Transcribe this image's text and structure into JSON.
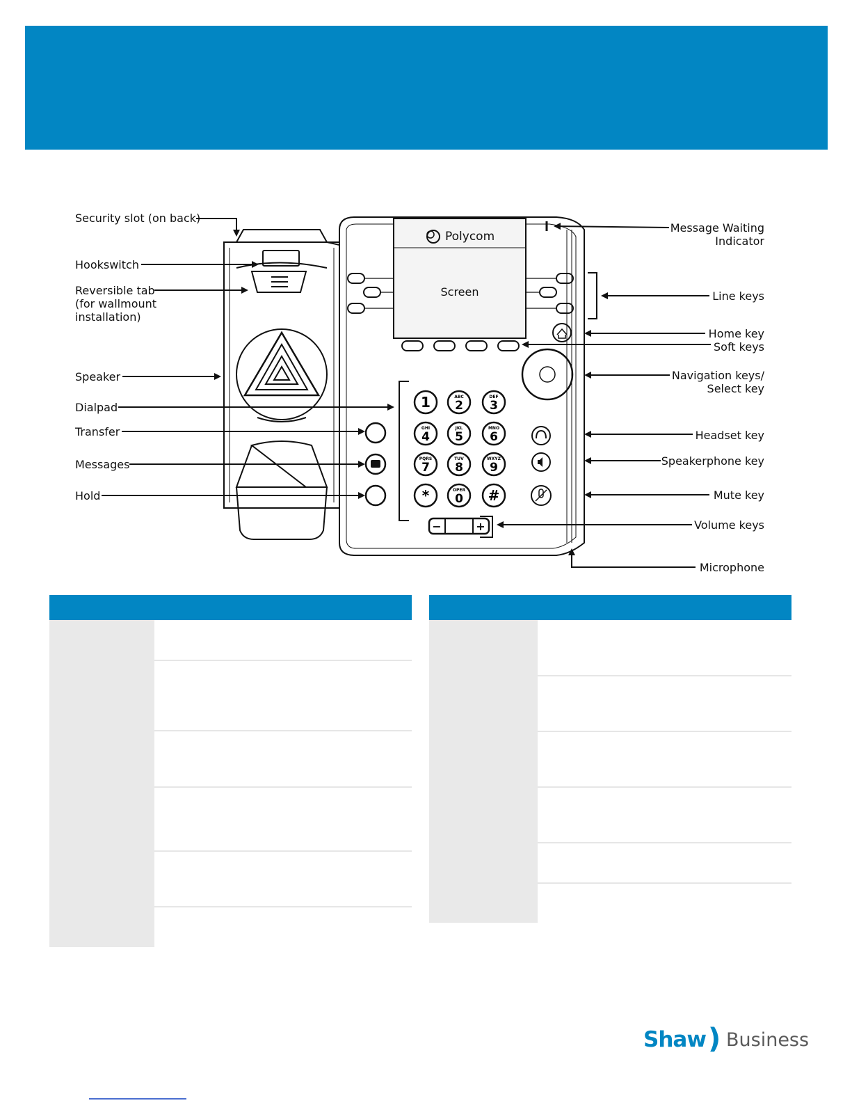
{
  "labels_left": {
    "security_slot": "Security slot (on back)",
    "hookswitch": "Hookswitch",
    "reversible_tab": "Reversible tab",
    "reversible_tab_2": "(for wallmount",
    "reversible_tab_3": "installation)",
    "speaker": "Speaker",
    "dialpad": "Dialpad",
    "transfer": "Transfer",
    "messages": "Messages",
    "hold": "Hold"
  },
  "labels_right": {
    "mwi_1": "Message Waiting",
    "mwi_2": "Indicator",
    "line_keys": "Line keys",
    "home_key": "Home key",
    "soft_keys": "Soft keys",
    "nav_1": "Navigation keys/",
    "nav_2": "Select key",
    "headset_key": "Headset key",
    "speakerphone_key": "Speakerphone key",
    "mute_key": "Mute key",
    "volume_keys": "Volume keys",
    "microphone": "Microphone"
  },
  "phone": {
    "brand": "Polycom",
    "screen": "Screen",
    "keys": [
      {
        "digit": "1",
        "letters": ""
      },
      {
        "digit": "2",
        "letters": "ABC"
      },
      {
        "digit": "3",
        "letters": "DEF"
      },
      {
        "digit": "4",
        "letters": "GHI"
      },
      {
        "digit": "5",
        "letters": "JKL"
      },
      {
        "digit": "6",
        "letters": "MNO"
      },
      {
        "digit": "7",
        "letters": "PQRS"
      },
      {
        "digit": "8",
        "letters": "TUV"
      },
      {
        "digit": "9",
        "letters": "WXYZ"
      },
      {
        "digit": "*",
        "letters": ""
      },
      {
        "digit": "0",
        "letters": "OPER"
      },
      {
        "digit": "#",
        "letters": ""
      }
    ],
    "vol_minus": "−",
    "vol_plus": "+"
  },
  "logo": {
    "shaw": "Shaw",
    "paren": ")",
    "business": "Business"
  },
  "colors": {
    "brand_blue": "#0286c3",
    "table_side": "#e9e9e9"
  }
}
